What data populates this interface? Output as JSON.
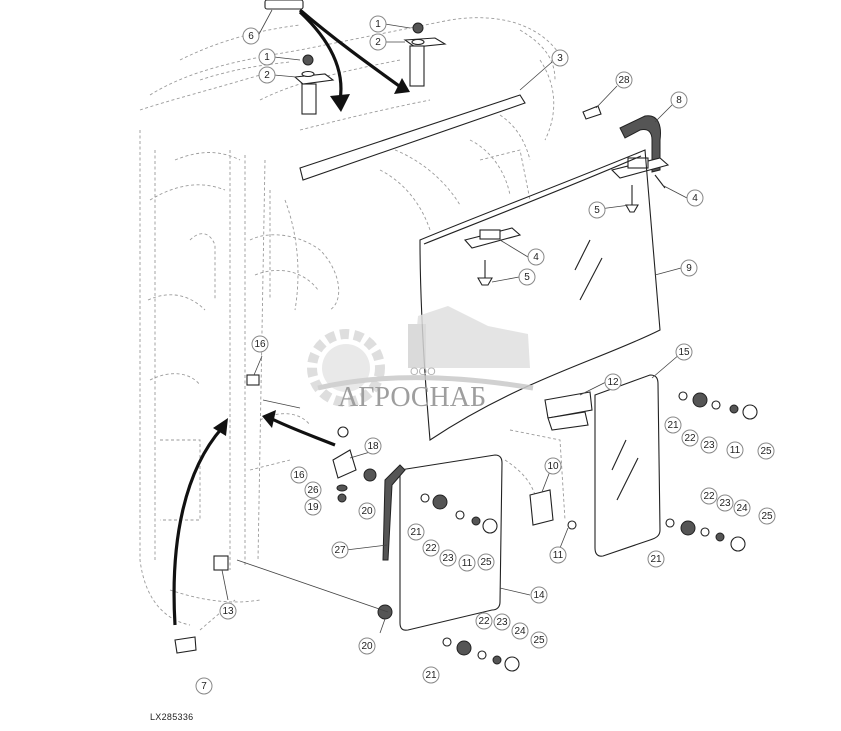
{
  "figure_id": "LX285336",
  "watermark": {
    "company_prefix": "ООО",
    "company_name": "АГРОСНАБ"
  },
  "callouts": [
    {
      "id": "c6",
      "label": "6"
    },
    {
      "id": "c1a",
      "label": "1"
    },
    {
      "id": "c2a",
      "label": "2"
    },
    {
      "id": "c1b",
      "label": "1"
    },
    {
      "id": "c2b",
      "label": "2"
    },
    {
      "id": "c3",
      "label": "3"
    },
    {
      "id": "c28",
      "label": "28"
    },
    {
      "id": "c8",
      "label": "8"
    },
    {
      "id": "c4a",
      "label": "4"
    },
    {
      "id": "c5a",
      "label": "5"
    },
    {
      "id": "c4b",
      "label": "4"
    },
    {
      "id": "c5b",
      "label": "5"
    },
    {
      "id": "c9",
      "label": "9"
    },
    {
      "id": "c16a",
      "label": "16"
    },
    {
      "id": "c15",
      "label": "15"
    },
    {
      "id": "c12",
      "label": "12"
    },
    {
      "id": "c21a",
      "label": "21"
    },
    {
      "id": "c22a",
      "label": "22"
    },
    {
      "id": "c23a",
      "label": "23"
    },
    {
      "id": "c11a",
      "label": "11"
    },
    {
      "id": "c25a",
      "label": "25"
    },
    {
      "id": "c18",
      "label": "18"
    },
    {
      "id": "c16b",
      "label": "16"
    },
    {
      "id": "c26",
      "label": "26"
    },
    {
      "id": "c19",
      "label": "19"
    },
    {
      "id": "c20a",
      "label": "20"
    },
    {
      "id": "c10",
      "label": "10"
    },
    {
      "id": "c21b",
      "label": "21"
    },
    {
      "id": "c22b",
      "label": "22"
    },
    {
      "id": "c23b",
      "label": "23"
    },
    {
      "id": "c11b",
      "label": "11"
    },
    {
      "id": "c25b",
      "label": "25"
    },
    {
      "id": "c11c",
      "label": "11"
    },
    {
      "id": "c22c",
      "label": "22"
    },
    {
      "id": "c23c",
      "label": "23"
    },
    {
      "id": "c24a",
      "label": "24"
    },
    {
      "id": "c25c",
      "label": "25"
    },
    {
      "id": "c21c",
      "label": "21"
    },
    {
      "id": "c27",
      "label": "27"
    },
    {
      "id": "c13",
      "label": "13"
    },
    {
      "id": "c14",
      "label": "14"
    },
    {
      "id": "c20b",
      "label": "20"
    },
    {
      "id": "c22d",
      "label": "22"
    },
    {
      "id": "c23d",
      "label": "23"
    },
    {
      "id": "c24b",
      "label": "24"
    },
    {
      "id": "c25d",
      "label": "25"
    },
    {
      "id": "c21d",
      "label": "21"
    },
    {
      "id": "c7",
      "label": "7"
    }
  ]
}
